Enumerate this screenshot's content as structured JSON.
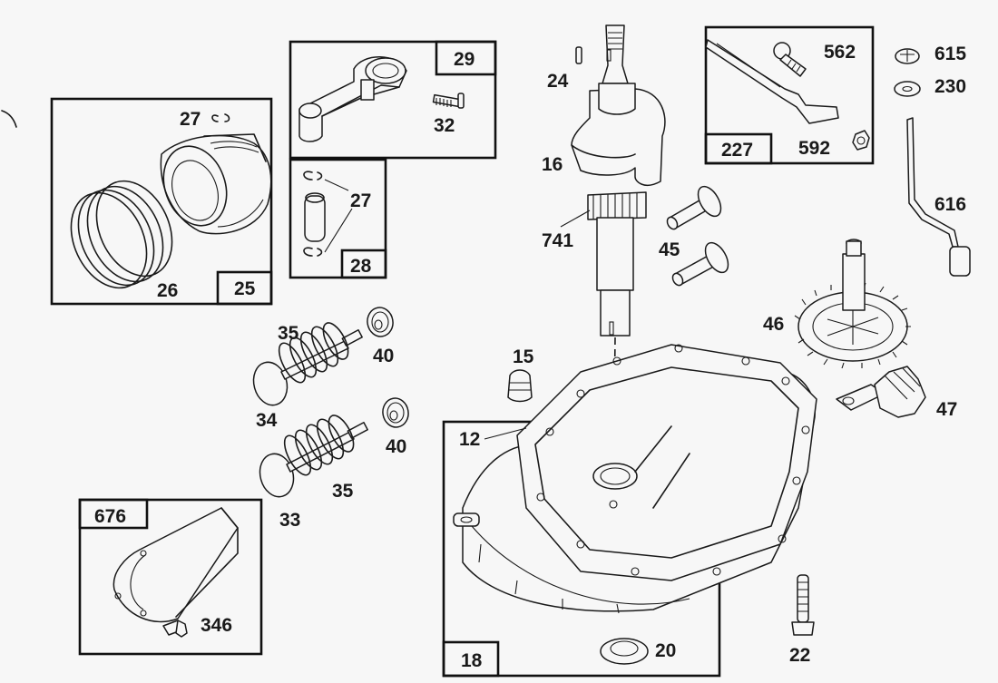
{
  "diagram": {
    "title": "Engine crankcase assembly exploded parts view",
    "boxes": [
      {
        "id": "25",
        "label": "25",
        "contents": [
          "26",
          "27"
        ]
      },
      {
        "id": "29",
        "label": "29",
        "contents": [
          "32"
        ]
      },
      {
        "id": "28",
        "label": "28",
        "contents": [
          "27"
        ]
      },
      {
        "id": "227",
        "label": "227",
        "contents": [
          "562",
          "592"
        ]
      },
      {
        "id": "676",
        "label": "676",
        "contents": [
          "346"
        ]
      },
      {
        "id": "18",
        "label": "18",
        "contents": [
          "12",
          "20"
        ]
      }
    ],
    "parts": {
      "p27a": "27",
      "p26": "26",
      "p32": "32",
      "p27b": "27",
      "p24": "24",
      "p16": "16",
      "p741": "741",
      "p45": "45",
      "p562": "562",
      "p592": "592",
      "p615": "615",
      "p230": "230",
      "p616": "616",
      "p46": "46",
      "p47": "47",
      "p35a": "35",
      "p40a": "40",
      "p34": "34",
      "p35b": "35",
      "p40b": "40",
      "p33": "33",
      "p15": "15",
      "p12": "12",
      "p346": "346",
      "p20": "20",
      "p22": "22"
    }
  }
}
